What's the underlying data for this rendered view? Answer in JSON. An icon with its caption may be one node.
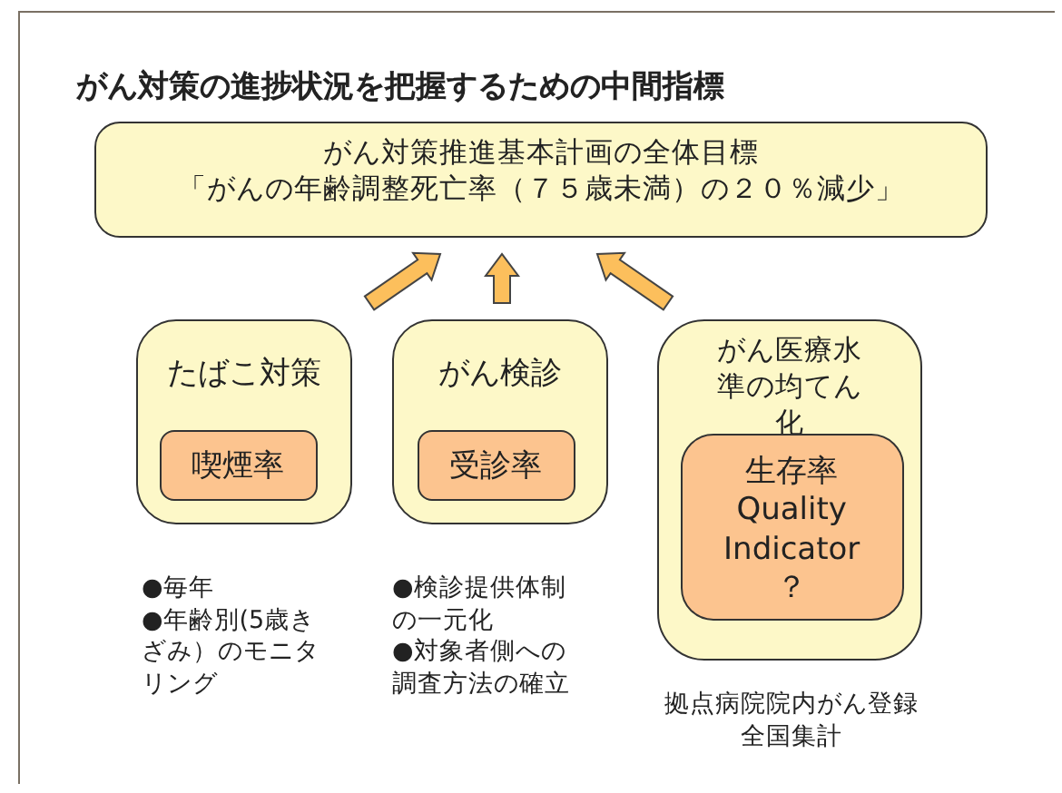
{
  "diagram": {
    "title": "がん対策の進捗状況を把握するための中間指標",
    "nodes": [
      {
        "text": [
          "がん対策推進基本計画の全体目標",
          "「がんの年齢調整死亡率（７５歳未満）の２０％減少」"
        ]
      },
      {
        "text": [
          "たばこ対策"
        ],
        "beside": [
          "●毎年",
          "●年齢別(5歳きざみ）のモニタリング"
        ]
      },
      {
        "text": [
          "喫煙率"
        ],
        "in": 1
      },
      {
        "text": [
          "がん検診"
        ],
        "beside": [
          "●検診提供体制の一元化",
          "●対象者側への調査方法の確立"
        ]
      },
      {
        "text": [
          "受診率"
        ],
        "in": 3
      },
      {
        "text": [
          "がん医療水準の均てん化"
        ],
        "beside": [
          "拠点病院院内がん登録全国集計"
        ]
      },
      {
        "text": [
          "生存率 Quality Indicator ？"
        ],
        "in": 5
      }
    ],
    "edges": [
      {
        "from": 1,
        "to": 0,
        "arrow": "to",
        "style": "thick"
      },
      {
        "from": 3,
        "to": 0,
        "arrow": "to",
        "style": "thick"
      },
      {
        "from": 5,
        "to": 0,
        "arrow": "to",
        "style": "thick"
      }
    ]
  }
}
